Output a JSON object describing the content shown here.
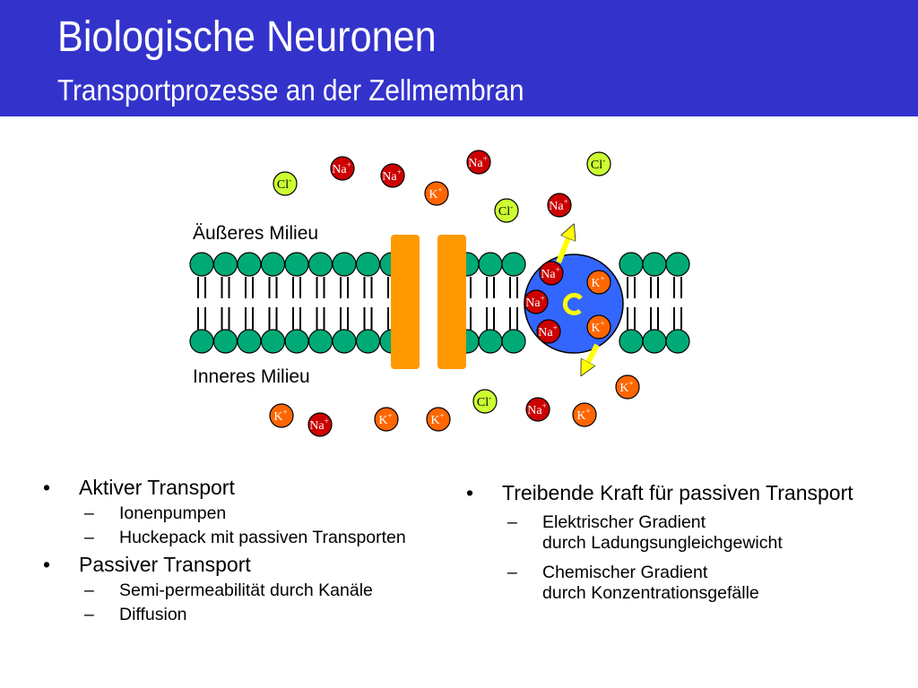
{
  "header": {
    "title": "Biologische Neuronen",
    "subtitle": "Transportprozesse an der Zellmembran"
  },
  "diagram": {
    "outer_label": "Äußeres Milieu",
    "inner_label": "Inneres Milieu",
    "colors": {
      "header_bg": "#3333cc",
      "lipid_head": "#00aa77",
      "channel": "#ff9900",
      "pump": "#3366ff",
      "arrow": "#ffff00",
      "na_ion": "#cc0000",
      "k_ion": "#ff6600",
      "cl_ion": "#ccff33"
    },
    "ions": {
      "na": {
        "base": "Na",
        "charge": "+"
      },
      "k": {
        "base": "K",
        "charge": "+"
      },
      "cl": {
        "base": "Cl",
        "charge": "-"
      }
    }
  },
  "left_list": {
    "b1": "Aktiver Transport",
    "b1_s1": "Ionenpumpen",
    "b1_s2": "Huckepack mit passiven Transporten",
    "b2": "Passiver Transport",
    "b2_s1": "Semi-permeabilität durch Kanäle",
    "b2_s2": "Diffusion"
  },
  "right_list": {
    "b1": "Treibende Kraft für passiven Transport",
    "s1_l1": "Elektrischer Gradient",
    "s1_l2": "durch Ladungsungleichgewicht",
    "s2_l1": "Chemischer Gradient",
    "s2_l2": "durch Konzentrationsgefälle"
  }
}
